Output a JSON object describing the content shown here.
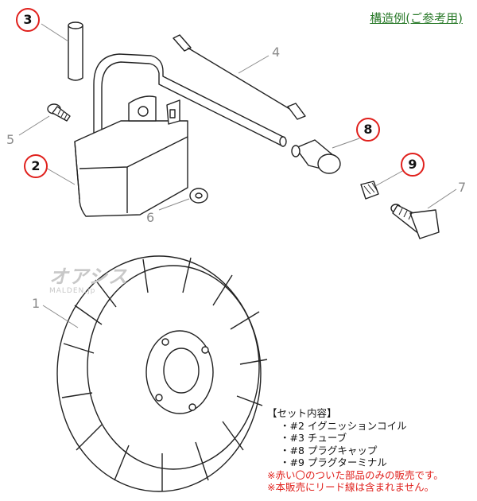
{
  "title": "構造例(ご参考用)",
  "part_labels": {
    "p1": "1",
    "p4": "4",
    "p5": "5",
    "p6": "6",
    "p7": "7"
  },
  "highlighted_labels": {
    "p2": "2",
    "p3": "3",
    "p8": "8",
    "p9": "9"
  },
  "watermark": {
    "main": "オアシス",
    "sub": "MALDEN.jp"
  },
  "set_contents": {
    "heading": "【セット内容】",
    "items": [
      "・#2 イグニッションコイル",
      "・#3 チューブ",
      "・#8 プラグキャップ",
      "・#9 プラグターミナル"
    ],
    "notes": [
      "※赤い〇のついた部品のみの販売です。",
      "※本販売にリード線は含まれません。"
    ]
  },
  "colors": {
    "highlight_circle": "#e0201c",
    "title_text": "#2a7a2a",
    "leader_line": "#888888"
  }
}
